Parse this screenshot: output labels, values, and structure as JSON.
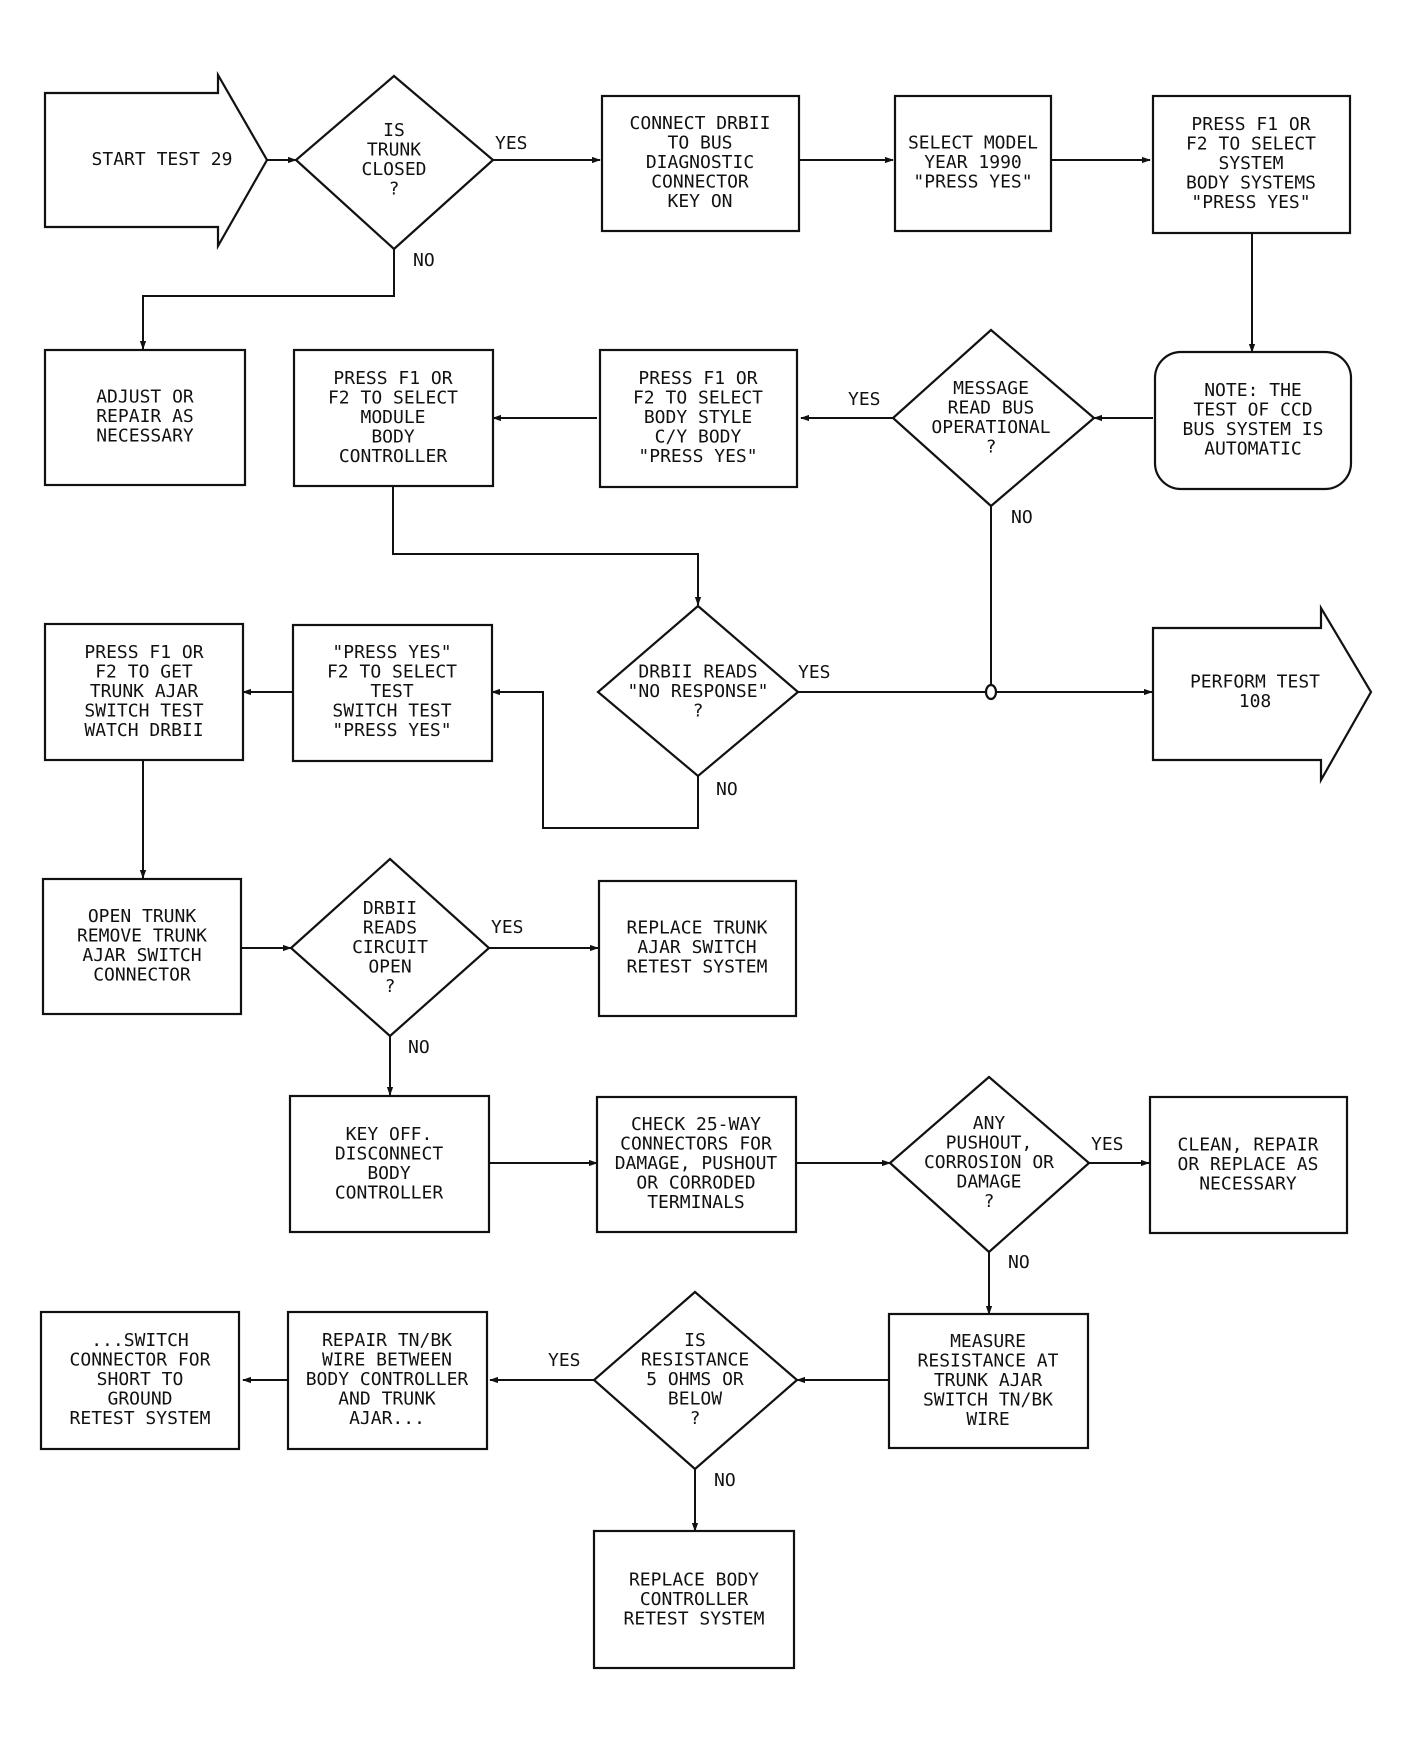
{
  "nodes": {
    "start": [
      "START TEST 29"
    ],
    "trunk_closed": [
      "IS",
      "TRUNK",
      "CLOSED",
      "?"
    ],
    "connect_drb": [
      "CONNECT DRBII",
      "TO BUS",
      "DIAGNOSTIC",
      "CONNECTOR",
      "KEY ON"
    ],
    "select_model": [
      "SELECT MODEL",
      "YEAR 1990",
      "\"PRESS YES\""
    ],
    "press_f1_system": [
      "PRESS F1 OR",
      "F2 TO SELECT",
      "SYSTEM",
      "BODY SYSTEMS",
      "\"PRESS YES\""
    ],
    "adjust_repair": [
      "ADJUST OR",
      "REPAIR AS",
      "NECESSARY"
    ],
    "press_f1_module": [
      "PRESS F1 OR",
      "F2 TO SELECT",
      "MODULE",
      "BODY",
      "CONTROLLER"
    ],
    "press_f1_style": [
      "PRESS F1 OR",
      "F2 TO SELECT",
      "BODY STYLE",
      "C/Y BODY",
      "\"PRESS YES\""
    ],
    "message_read": [
      "MESSAGE",
      "READ BUS",
      "OPERATIONAL",
      "?"
    ],
    "note_ccd": [
      "NOTE: THE",
      "TEST OF CCD",
      "BUS SYSTEM IS",
      "AUTOMATIC"
    ],
    "press_f1_get": [
      "PRESS F1 OR",
      "F2 TO GET",
      "TRUNK AJAR",
      "SWITCH TEST",
      "WATCH DRBII"
    ],
    "press_yes_test": [
      "\"PRESS YES\"",
      "F2 TO SELECT",
      "TEST",
      "SWITCH TEST",
      "\"PRESS YES\""
    ],
    "no_response": [
      "DRBII READS",
      "\"NO RESPONSE\"",
      "?"
    ],
    "perform_108": [
      "PERFORM TEST",
      "108"
    ],
    "open_trunk": [
      "OPEN TRUNK",
      "REMOVE TRUNK",
      "AJAR SWITCH",
      "CONNECTOR"
    ],
    "circuit_open": [
      "DRBII",
      "READS",
      "CIRCUIT",
      "OPEN",
      "?"
    ],
    "replace_switch": [
      "REPLACE TRUNK",
      "AJAR SWITCH",
      "RETEST SYSTEM"
    ],
    "key_off": [
      "KEY OFF.",
      "DISCONNECT",
      "BODY",
      "CONTROLLER"
    ],
    "check_25way": [
      "CHECK 25-WAY",
      "CONNECTORS FOR",
      "DAMAGE, PUSHOUT",
      "OR CORRODED",
      "TERMINALS"
    ],
    "any_pushout": [
      "ANY",
      "PUSHOUT,",
      "CORROSION OR",
      "DAMAGE",
      "?"
    ],
    "clean_repair": [
      "CLEAN, REPAIR",
      "OR REPLACE AS",
      "NECESSARY"
    ],
    "switch_connector": [
      "...SWITCH",
      "CONNECTOR FOR",
      "SHORT TO",
      "GROUND",
      "RETEST SYSTEM"
    ],
    "repair_tnbk": [
      "REPAIR TN/BK",
      "WIRE BETWEEN",
      "BODY CONTROLLER",
      "AND TRUNK",
      "AJAR..."
    ],
    "is_resistance": [
      "IS",
      "RESISTANCE",
      "5 OHMS OR",
      "BELOW",
      "?"
    ],
    "measure_resistance": [
      "MEASURE",
      "RESISTANCE AT",
      "TRUNK AJAR",
      "SWITCH TN/BK",
      "WIRE"
    ],
    "replace_body": [
      "REPLACE BODY",
      "CONTROLLER",
      "RETEST SYSTEM"
    ]
  },
  "labels": {
    "yes": "YES",
    "no": "NO"
  }
}
